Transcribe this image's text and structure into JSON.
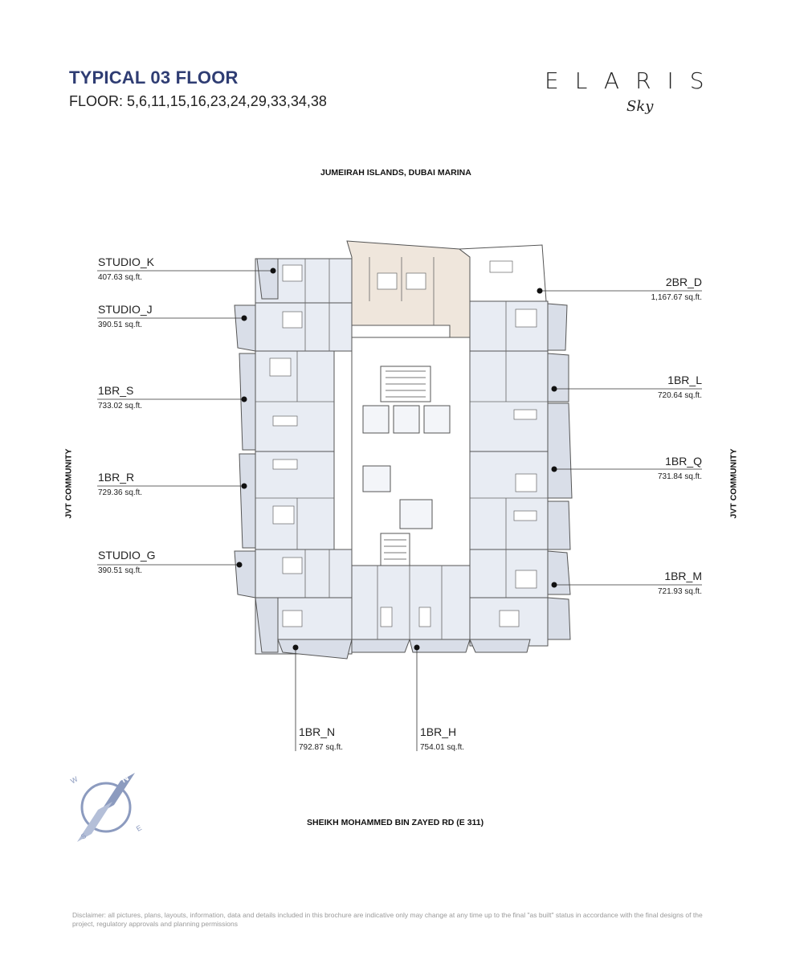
{
  "header": {
    "title": "TYPICAL 03 FLOOR",
    "floors": "FLOOR: 5,6,11,15,16,23,24,29,33,34,38"
  },
  "logo": {
    "word": "ELARIS",
    "sub": "Sky"
  },
  "roads": {
    "top": "JUMEIRAH ISLANDS, DUBAI MARINA",
    "bottom": "SHEIKH MOHAMMED BIN ZAYED RD (E 311)",
    "left": "JVT COMMUNITY",
    "right": "JVT COMMUNITY"
  },
  "units": {
    "studio_k": {
      "name": "STUDIO_K",
      "area": "407.63 sq.ft."
    },
    "studio_j": {
      "name": "STUDIO_J",
      "area": "390.51 sq.ft."
    },
    "br1_s": {
      "name": "1BR_S",
      "area": "733.02 sq.ft."
    },
    "br1_r": {
      "name": "1BR_R",
      "area": "729.36 sq.ft."
    },
    "studio_g": {
      "name": "STUDIO_G",
      "area": "390.51 sq.ft."
    },
    "br2_d": {
      "name": "2BR_D",
      "area": "1,167.67 sq.ft."
    },
    "br1_l": {
      "name": "1BR_L",
      "area": "720.64 sq.ft."
    },
    "br1_q": {
      "name": "1BR_Q",
      "area": "731.84 sq.ft."
    },
    "br1_m": {
      "name": "1BR_M",
      "area": "721.93 sq.ft."
    },
    "br1_n": {
      "name": "1BR_N",
      "area": "792.87 sq.ft."
    },
    "br1_h": {
      "name": "1BR_H",
      "area": "754.01 sq.ft."
    }
  },
  "compass": {
    "n": "N",
    "e": "E",
    "s": "S",
    "w": "W"
  },
  "disclaimer": "Disclaimer: all pictures, plans, layouts, information, data and details included in this brochure are indicative only may change at any time up to the final \"as built\" status in accordance with the final designs of the project, regulatory approvals and planning permissions",
  "colors": {
    "title": "#2f3d73",
    "highlight_unit": "#efe6dc",
    "room_fill": "#e8ecf3",
    "compass": "#8c9bbf"
  }
}
